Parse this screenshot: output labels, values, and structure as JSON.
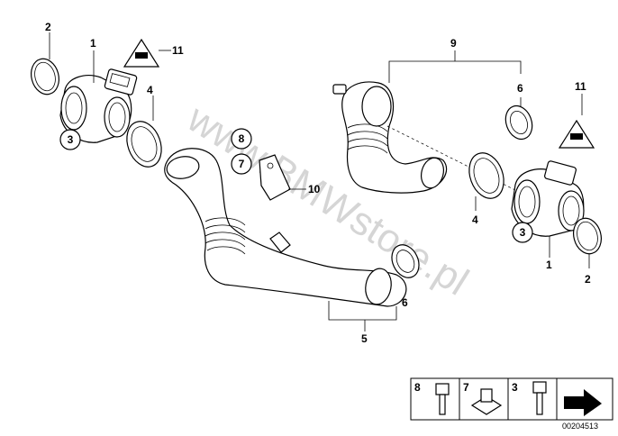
{
  "labels": {
    "n1": "1",
    "n2": "2",
    "n3": "3",
    "n4": "4",
    "n5": "5",
    "n6": "6",
    "n7": "7",
    "n8": "8",
    "n9": "9",
    "n10": "10",
    "n11": "11"
  },
  "watermark": "www.BMWstore.pl",
  "legend": {
    "item_8": "8",
    "item_7": "7",
    "item_3": "3"
  },
  "diagram_code": "00204513",
  "colors": {
    "line": "#000000",
    "background": "#ffffff",
    "watermark": "#c8c8c8"
  },
  "icons": [
    "warning-triangle-icon",
    "navigation-arrow-icon",
    "bolt-icon",
    "nut-clip-icon",
    "screw-icon"
  ]
}
